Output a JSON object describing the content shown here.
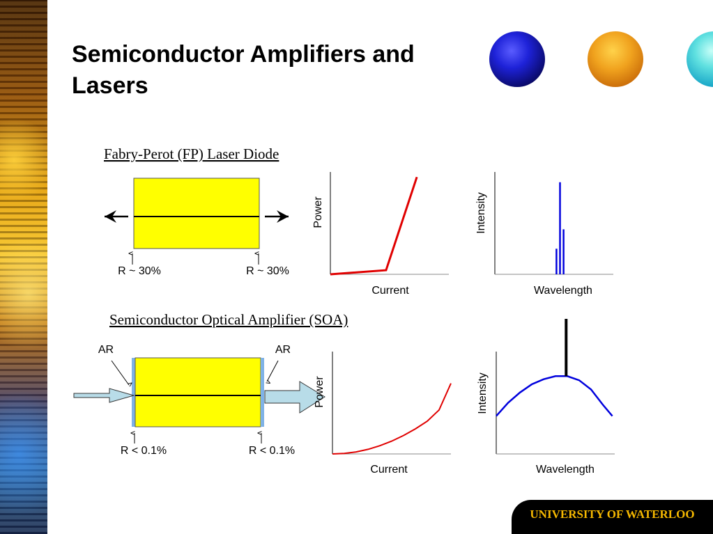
{
  "slide": {
    "title": "Semiconductor Amplifiers and Lasers",
    "footer": "UNIVERSITY OF WATERLOO"
  },
  "fp": {
    "heading": "Fabry-Perot (FP) Laser Diode",
    "reflect_left": "R ~ 30%",
    "reflect_right": "R ~ 30%"
  },
  "soa": {
    "heading": "Semiconductor Optical Amplifier (SOA)",
    "ar_left": "AR",
    "ar_right": "AR",
    "reflect_left": "R < 0.1%",
    "reflect_right": "R < 0.1%"
  },
  "colors": {
    "chip": "#ffff00",
    "ar_coating": "#7fb2e6",
    "fp_curve": "#e00000",
    "soa_curve": "#e00000",
    "spectrum": "#0000dd",
    "arrow_fill": "#b8dce8"
  },
  "chart_data": [
    {
      "type": "line",
      "title": "",
      "xlabel": "Current",
      "ylabel": "Power",
      "series": [
        {
          "x": [
            0,
            0.47,
            0.73
          ],
          "y": [
            0,
            0.04,
            0.95
          ]
        }
      ],
      "xlim": [
        0,
        1
      ],
      "ylim": [
        0,
        1
      ],
      "grid": false
    },
    {
      "type": "line",
      "title": "",
      "xlabel": "Wavelength",
      "ylabel": "Intensity",
      "series": [
        {
          "x": [
            0.52,
            0.55,
            0.58
          ],
          "y": [
            0.25,
            0.9,
            0.44
          ]
        }
      ],
      "xlim": [
        0,
        1
      ],
      "ylim": [
        0,
        1
      ],
      "grid": false
    },
    {
      "type": "line",
      "title": "",
      "xlabel": "Current",
      "ylabel": "Power",
      "series": [
        {
          "x": [
            0,
            0.1,
            0.2,
            0.3,
            0.4,
            0.5,
            0.6,
            0.7,
            0.8,
            0.9,
            1.0
          ],
          "y": [
            0,
            0.005,
            0.02,
            0.045,
            0.08,
            0.125,
            0.18,
            0.245,
            0.32,
            0.43,
            0.69
          ]
        }
      ],
      "xlim": [
        0,
        1
      ],
      "ylim": [
        0,
        1
      ],
      "grid": false
    },
    {
      "type": "line",
      "title": "",
      "xlabel": "Wavelength",
      "ylabel": "Intensity",
      "series": [
        {
          "x": [
            0,
            0.1,
            0.2,
            0.3,
            0.4,
            0.5,
            0.6,
            0.7,
            0.8,
            0.9,
            0.98
          ],
          "y": [
            0.37,
            0.5,
            0.6,
            0.68,
            0.73,
            0.76,
            0.76,
            0.72,
            0.63,
            0.48,
            0.37
          ]
        },
        {
          "x": [
            0.59,
            0.59
          ],
          "y": [
            0.76,
            1.32
          ]
        }
      ],
      "xlim": [
        0,
        1
      ],
      "ylim": [
        0,
        1
      ],
      "grid": false
    }
  ]
}
